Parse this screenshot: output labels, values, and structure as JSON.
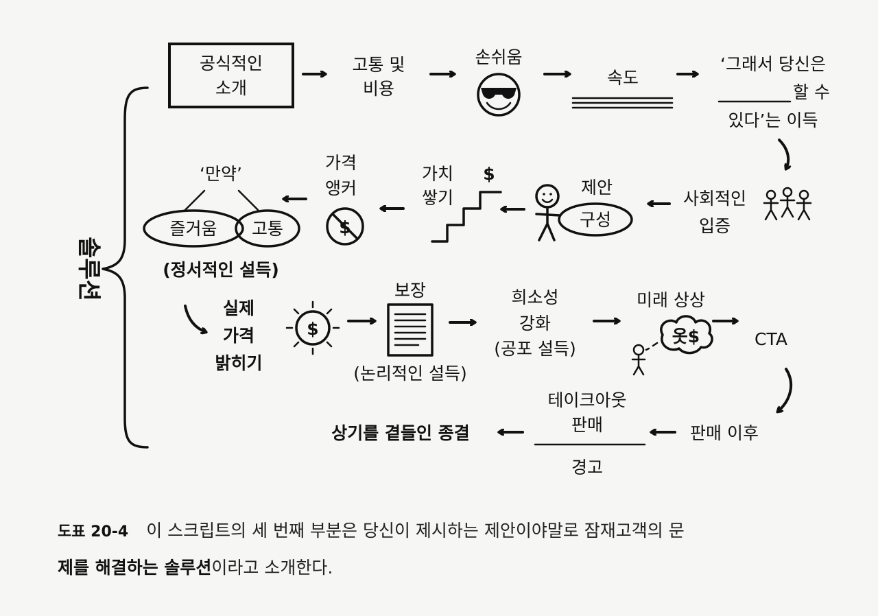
{
  "side_label": "솔루션",
  "row1": {
    "formal_intro": [
      "공식적인",
      "소개"
    ],
    "pain_cost": [
      "고통 및",
      "비용"
    ],
    "ease": "손쉬움",
    "speed": "속도",
    "benefit": [
      "‘그래서 당신은",
      "할 수",
      "있다’는 이득"
    ]
  },
  "row2": {
    "social_proof": [
      "사회적인",
      "입증"
    ],
    "offer": "제안",
    "offer_build": "구성",
    "value_build": [
      "가치",
      "쌓기"
    ],
    "price_anchor": [
      "가격",
      "앵커"
    ],
    "what_if": "‘만약’",
    "pleasure": "즐거움",
    "pain": "고통",
    "emotional": "(정서적인 설득)"
  },
  "row3": {
    "reveal_price": [
      "실제",
      "가격",
      "밝히기"
    ],
    "guarantee": "보장",
    "logical": "(논리적인 설득)",
    "scarcity": [
      "희소성",
      "강화"
    ],
    "fear": "(공포 설득)",
    "future_pacing": "미래 상상",
    "cta": "CTA"
  },
  "row4": {
    "after_sale": "판매 이후",
    "takeaway_sale": [
      "테이크아웃",
      "판매"
    ],
    "warning": "경고",
    "close": "상기를 곁들인 종결"
  },
  "icons": {
    "sunglasses_face": "sunglasses-smiley-icon",
    "people_group": "people-group-icon",
    "stick_figure": "stick-figure-icon",
    "stairs": "staircase-icon",
    "dollar": "dollar-sign-icon",
    "no_dollar": "crossed-dollar-icon",
    "sun_dollar": "sun-dollar-icon",
    "document": "document-icon",
    "thought_cloud": "thought-cloud-icon"
  },
  "caption": {
    "figure_no": "도표 20-4",
    "text_part1": "이 스크립트의 세 번째 부분은 당신이 제시하는 제안이야말로 잠재고객의 문",
    "text_part2_emph": "제를 해결하는 솔루션",
    "text_part2_rest": "이라고 소개한다."
  }
}
